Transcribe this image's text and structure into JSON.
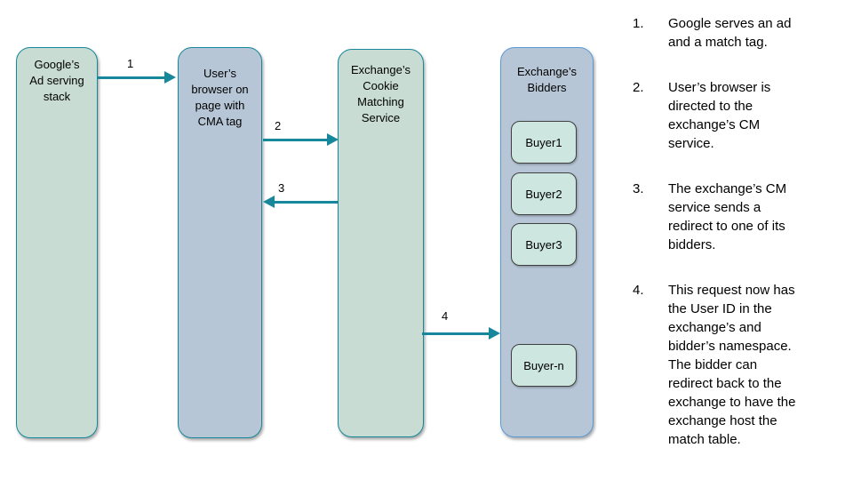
{
  "colors": {
    "teal_accent": "#17879b",
    "green_node_fill": "#c8dcd4",
    "blue_node_fill": "#b7c6d6",
    "bidders_border": "#5b9bd5",
    "buyer_fill": "#cde6df",
    "buyer_border": "#404040",
    "text": "#000000"
  },
  "diagram": {
    "nodes": {
      "google": {
        "label": "Google’s\nAd serving\nstack"
      },
      "browser": {
        "label": "User’s\nbrowser on\npage with\nCMA tag"
      },
      "cm_service": {
        "label": "Exchange’s\nCookie\nMatching\nService"
      },
      "bidders": {
        "label": "Exchange’s\nBidders",
        "buyers": [
          "Buyer1",
          "Buyer2",
          "Buyer3",
          "Buyer-n"
        ]
      }
    },
    "arrows": [
      {
        "label": "1",
        "from": "google",
        "to": "browser",
        "direction": "right"
      },
      {
        "label": "2",
        "from": "browser",
        "to": "cm_service",
        "direction": "right"
      },
      {
        "label": "3",
        "from": "cm_service",
        "to": "browser",
        "direction": "left"
      },
      {
        "label": "4",
        "from": "cm_service",
        "to": "bidders",
        "direction": "right"
      }
    ]
  },
  "steps": [
    {
      "num": "1.",
      "text": "Google serves an ad\nand a match tag."
    },
    {
      "num": "2.",
      "text": "User’s browser is\ndirected to the\nexchange’s CM\nservice."
    },
    {
      "num": "3.",
      "text": "The exchange’s CM\nservice sends a\nredirect to one of its\nbidders."
    },
    {
      "num": "4.",
      "text": "This request now has\nthe User ID in the\nexchange’s and\nbidder’s namespace.\nThe bidder can\nredirect back to the\nexchange to have the\nexchange host the\nmatch table."
    }
  ]
}
